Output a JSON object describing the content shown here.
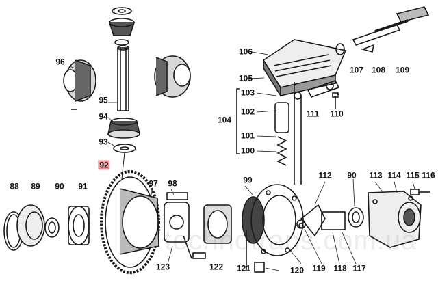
{
  "diagram": {
    "highlight_color": "#f29a9a",
    "ink_color": "#1a1a1a",
    "highlighted_part": "92",
    "watermark": "technotrans.com.ua",
    "callouts": [
      "88",
      "89",
      "90",
      "91",
      "92",
      "93",
      "94",
      "95",
      "96",
      "97",
      "98",
      "99",
      "90",
      "100",
      "101",
      "102",
      "103",
      "104",
      "105",
      "106",
      "107",
      "108",
      "109",
      "110",
      "111",
      "112",
      "113",
      "114",
      "115",
      "116",
      "117",
      "118",
      "119",
      "120",
      "121",
      "122",
      "123"
    ]
  }
}
